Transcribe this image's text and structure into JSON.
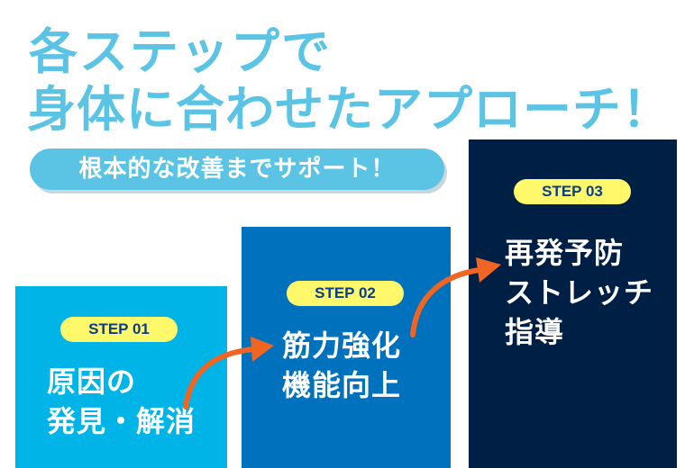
{
  "headline": {
    "line1": "各ステップで",
    "line2": "身体に合わせたアプローチ！"
  },
  "subheading": "根本的な改善までサポート！",
  "colors": {
    "headline": "#5bc4e5",
    "step1_bg": "#00b4e8",
    "step2_bg": "#0071bc",
    "step3_bg": "#001f45",
    "badge_bg": "#fff86a",
    "arrow": "#f06522"
  },
  "steps": [
    {
      "badge": "STEP 01",
      "lines": [
        "原因の",
        "発見・解消"
      ]
    },
    {
      "badge": "STEP 02",
      "lines": [
        "筋力強化",
        "機能向上"
      ]
    },
    {
      "badge": "STEP 03",
      "lines": [
        "再発予防",
        "ストレッチ",
        "指導"
      ]
    }
  ],
  "icons": {
    "arrow": "curved-arrow-right"
  }
}
